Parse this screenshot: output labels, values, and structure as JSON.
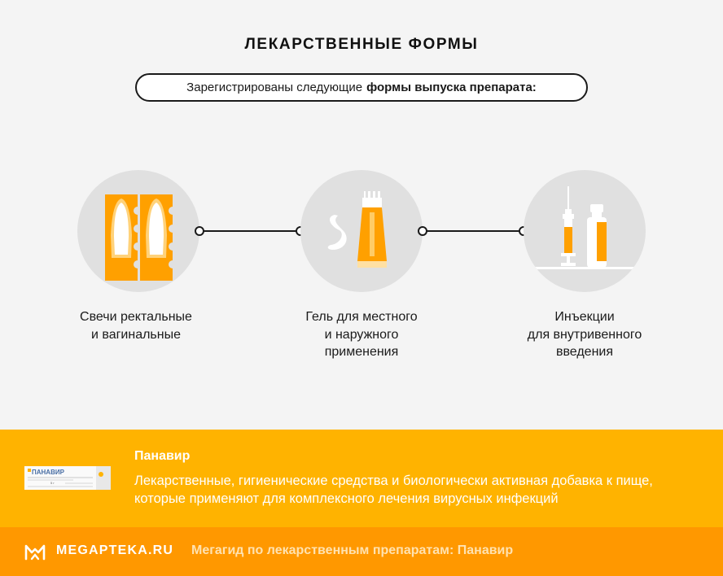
{
  "title": "ЛЕКАРСТВЕННЫЕ ФОРМЫ",
  "intro": {
    "text": "Зарегистрированы следующие",
    "bold": "формы выпуска препарата:"
  },
  "forms": [
    {
      "line1": "Свечи ректальные",
      "line2": "и вагинальные",
      "line3": "",
      "icon": "suppository-icon"
    },
    {
      "line1": "Гель для местного",
      "line2": "и наружного",
      "line3": "применения",
      "icon": "gel-tube-icon"
    },
    {
      "line1": "Инъекции",
      "line2": "для внутривенного",
      "line3": "введения",
      "icon": "syringe-vial-icon"
    }
  ],
  "product": {
    "name": "Панавир",
    "description": "Лекарственные, гигиенические средства и биологически активная добавка к пище, которые применяют для комплексного лечения вирусных инфекций",
    "pack_label": "ПАНАВИР",
    "pack_mass": "5 г"
  },
  "footer": {
    "logo": "MEGAPTEKA.RU",
    "text": "Мегагид по лекарственным препаратам: Панавир"
  },
  "colors": {
    "background": "#f4f4f4",
    "accent": "#ffb300",
    "accent_dark": "#ff9800",
    "icon_orange": "#ffa000",
    "circle": "#e0e0e0"
  }
}
